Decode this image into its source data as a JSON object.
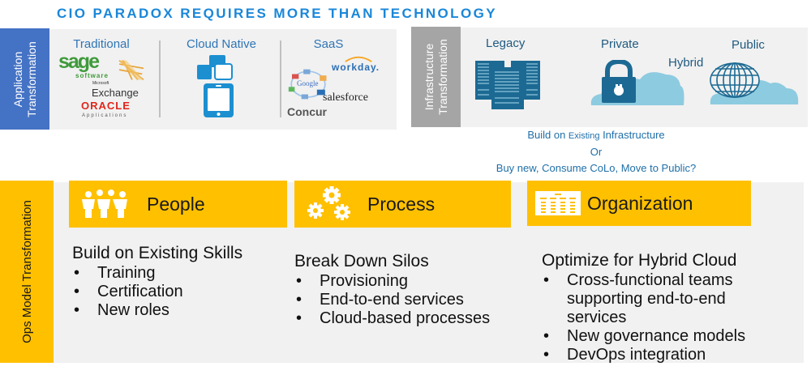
{
  "title": "CIO PARADOX REQUIRES MORE THAN TECHNOLOGY",
  "colors": {
    "title_blue": "#1a87d9",
    "app_label_bg": "#4472c4",
    "infra_label_bg": "#a5a5a5",
    "ops_yellow": "#ffc000",
    "panel_bg": "#f1f1f1",
    "infra_icon": "#1c6a93",
    "cloud": "#8dcbe0"
  },
  "application": {
    "label": "Application Transformation",
    "label_lines": [
      "Application",
      "Transformation"
    ],
    "columns": [
      {
        "title": "Traditional",
        "logos": [
          "sage",
          "software",
          "Microsoft",
          "Exchange",
          "ORACLE",
          "Applications"
        ]
      },
      {
        "title": "Cloud Native",
        "icons": [
          "cloud-app-tiles-icon",
          "tablet-icon"
        ]
      },
      {
        "title": "SaaS",
        "logos": [
          "workday.",
          "Google",
          "salesforce",
          "Concur"
        ]
      }
    ]
  },
  "infrastructure": {
    "label_lines": [
      "Infrastructure",
      "Transformation"
    ],
    "columns": [
      {
        "title": "Legacy",
        "icon": "server-rack-icon"
      },
      {
        "title": "Private",
        "icon": "padlock-cloud-icon"
      },
      {
        "title": "Hybrid"
      },
      {
        "title": "Public",
        "icon": "globe-cloud-icon"
      }
    ],
    "note": {
      "line1_a": "Build on ",
      "line1_b": "Existing",
      "line1_c": " Infrastructure",
      "line2": "Or",
      "line3": "Buy new, Consume CoLo, Move to Public?"
    }
  },
  "ops": {
    "label": "Ops Model Transformation",
    "pillars": [
      {
        "name": "People",
        "icon": "people-group-icon",
        "heading": "Build on Existing Skills",
        "bullets": [
          "Training",
          "Certification",
          "New roles"
        ]
      },
      {
        "name": "Process",
        "icon": "gears-icon",
        "heading": "Break Down Silos",
        "bullets": [
          "Provisioning",
          "End-to-end services",
          "Cloud-based processes"
        ]
      },
      {
        "name": "Organization",
        "icon": "org-chart-icon",
        "heading": "Optimize for Hybrid Cloud",
        "bullets": [
          "Cross-functional teams",
          "supporting end-to-end",
          "services",
          "New governance models",
          "DevOps integration"
        ]
      }
    ]
  }
}
